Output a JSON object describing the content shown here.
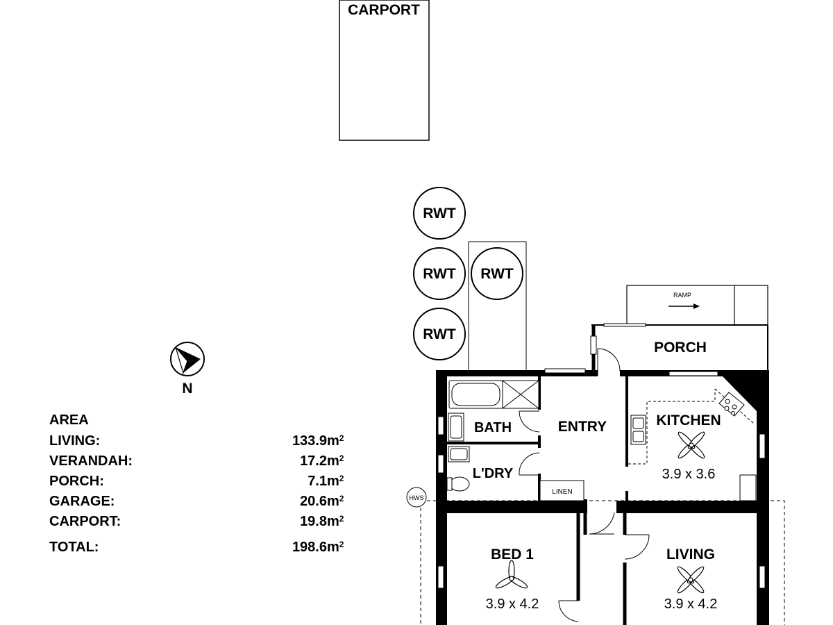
{
  "rooms": {
    "carport": "CARPORT",
    "porch": "PORCH",
    "ramp": "RAMP",
    "entry": "ENTRY",
    "bath": "BATH",
    "laundry": "L'DRY",
    "linen": "LINEN",
    "hws": "HWS",
    "kitchen": {
      "name": "KITCHEN",
      "dims": "3.9 x 3.6"
    },
    "bed1": {
      "name": "BED 1",
      "dims": "3.9 x 4.2"
    },
    "living": {
      "name": "LIVING",
      "dims": "3.9 x 4.2"
    }
  },
  "tanks": [
    "RWT",
    "RWT",
    "RWT",
    "RWT"
  ],
  "compass": {
    "label": "N"
  },
  "area": {
    "title": "AREA",
    "unit": "m",
    "unit_power": "2",
    "rows": [
      {
        "name": "LIVING:",
        "value": "133.9"
      },
      {
        "name": "VERANDAH:",
        "value": "17.2"
      },
      {
        "name": "PORCH:",
        "value": "7.1"
      },
      {
        "name": "GARAGE:",
        "value": "20.6"
      },
      {
        "name": "CARPORT:",
        "value": "19.8"
      }
    ],
    "total": {
      "name": "TOTAL:",
      "value": "198.6"
    }
  }
}
